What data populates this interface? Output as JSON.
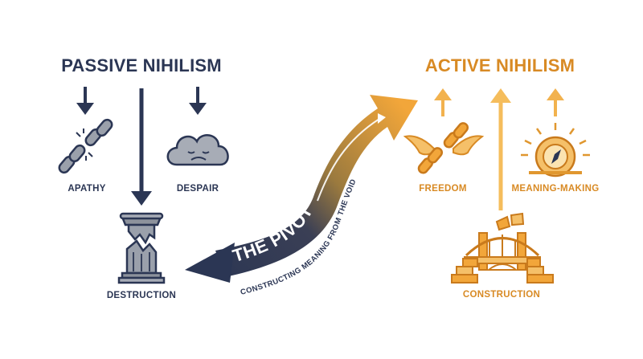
{
  "left": {
    "heading": "PASSIVE NIHILISM",
    "items": [
      {
        "label": "APATHY",
        "icon": "broken-chain-icon"
      },
      {
        "label": "DESPAIR",
        "icon": "sad-cloud-icon"
      },
      {
        "label": "DESTRUCTION",
        "icon": "broken-column-icon"
      }
    ]
  },
  "right": {
    "heading": "ACTIVE NIHILISM",
    "items": [
      {
        "label": "FREEDOM",
        "icon": "winged-chain-icon"
      },
      {
        "label": "MEANING-MAKING",
        "icon": "sunrise-compass-icon"
      },
      {
        "label": "CONSTRUCTION",
        "icon": "bridge-building-icon"
      }
    ]
  },
  "pivot": {
    "title": "THE PIVOT",
    "subtitle": "CONSTRUCTING MEANING FROM THE VOID"
  },
  "colors": {
    "navy": "#2b3654",
    "orange": "#e0972f",
    "light_orange": "#f5c069",
    "gray": "#8d929c"
  }
}
